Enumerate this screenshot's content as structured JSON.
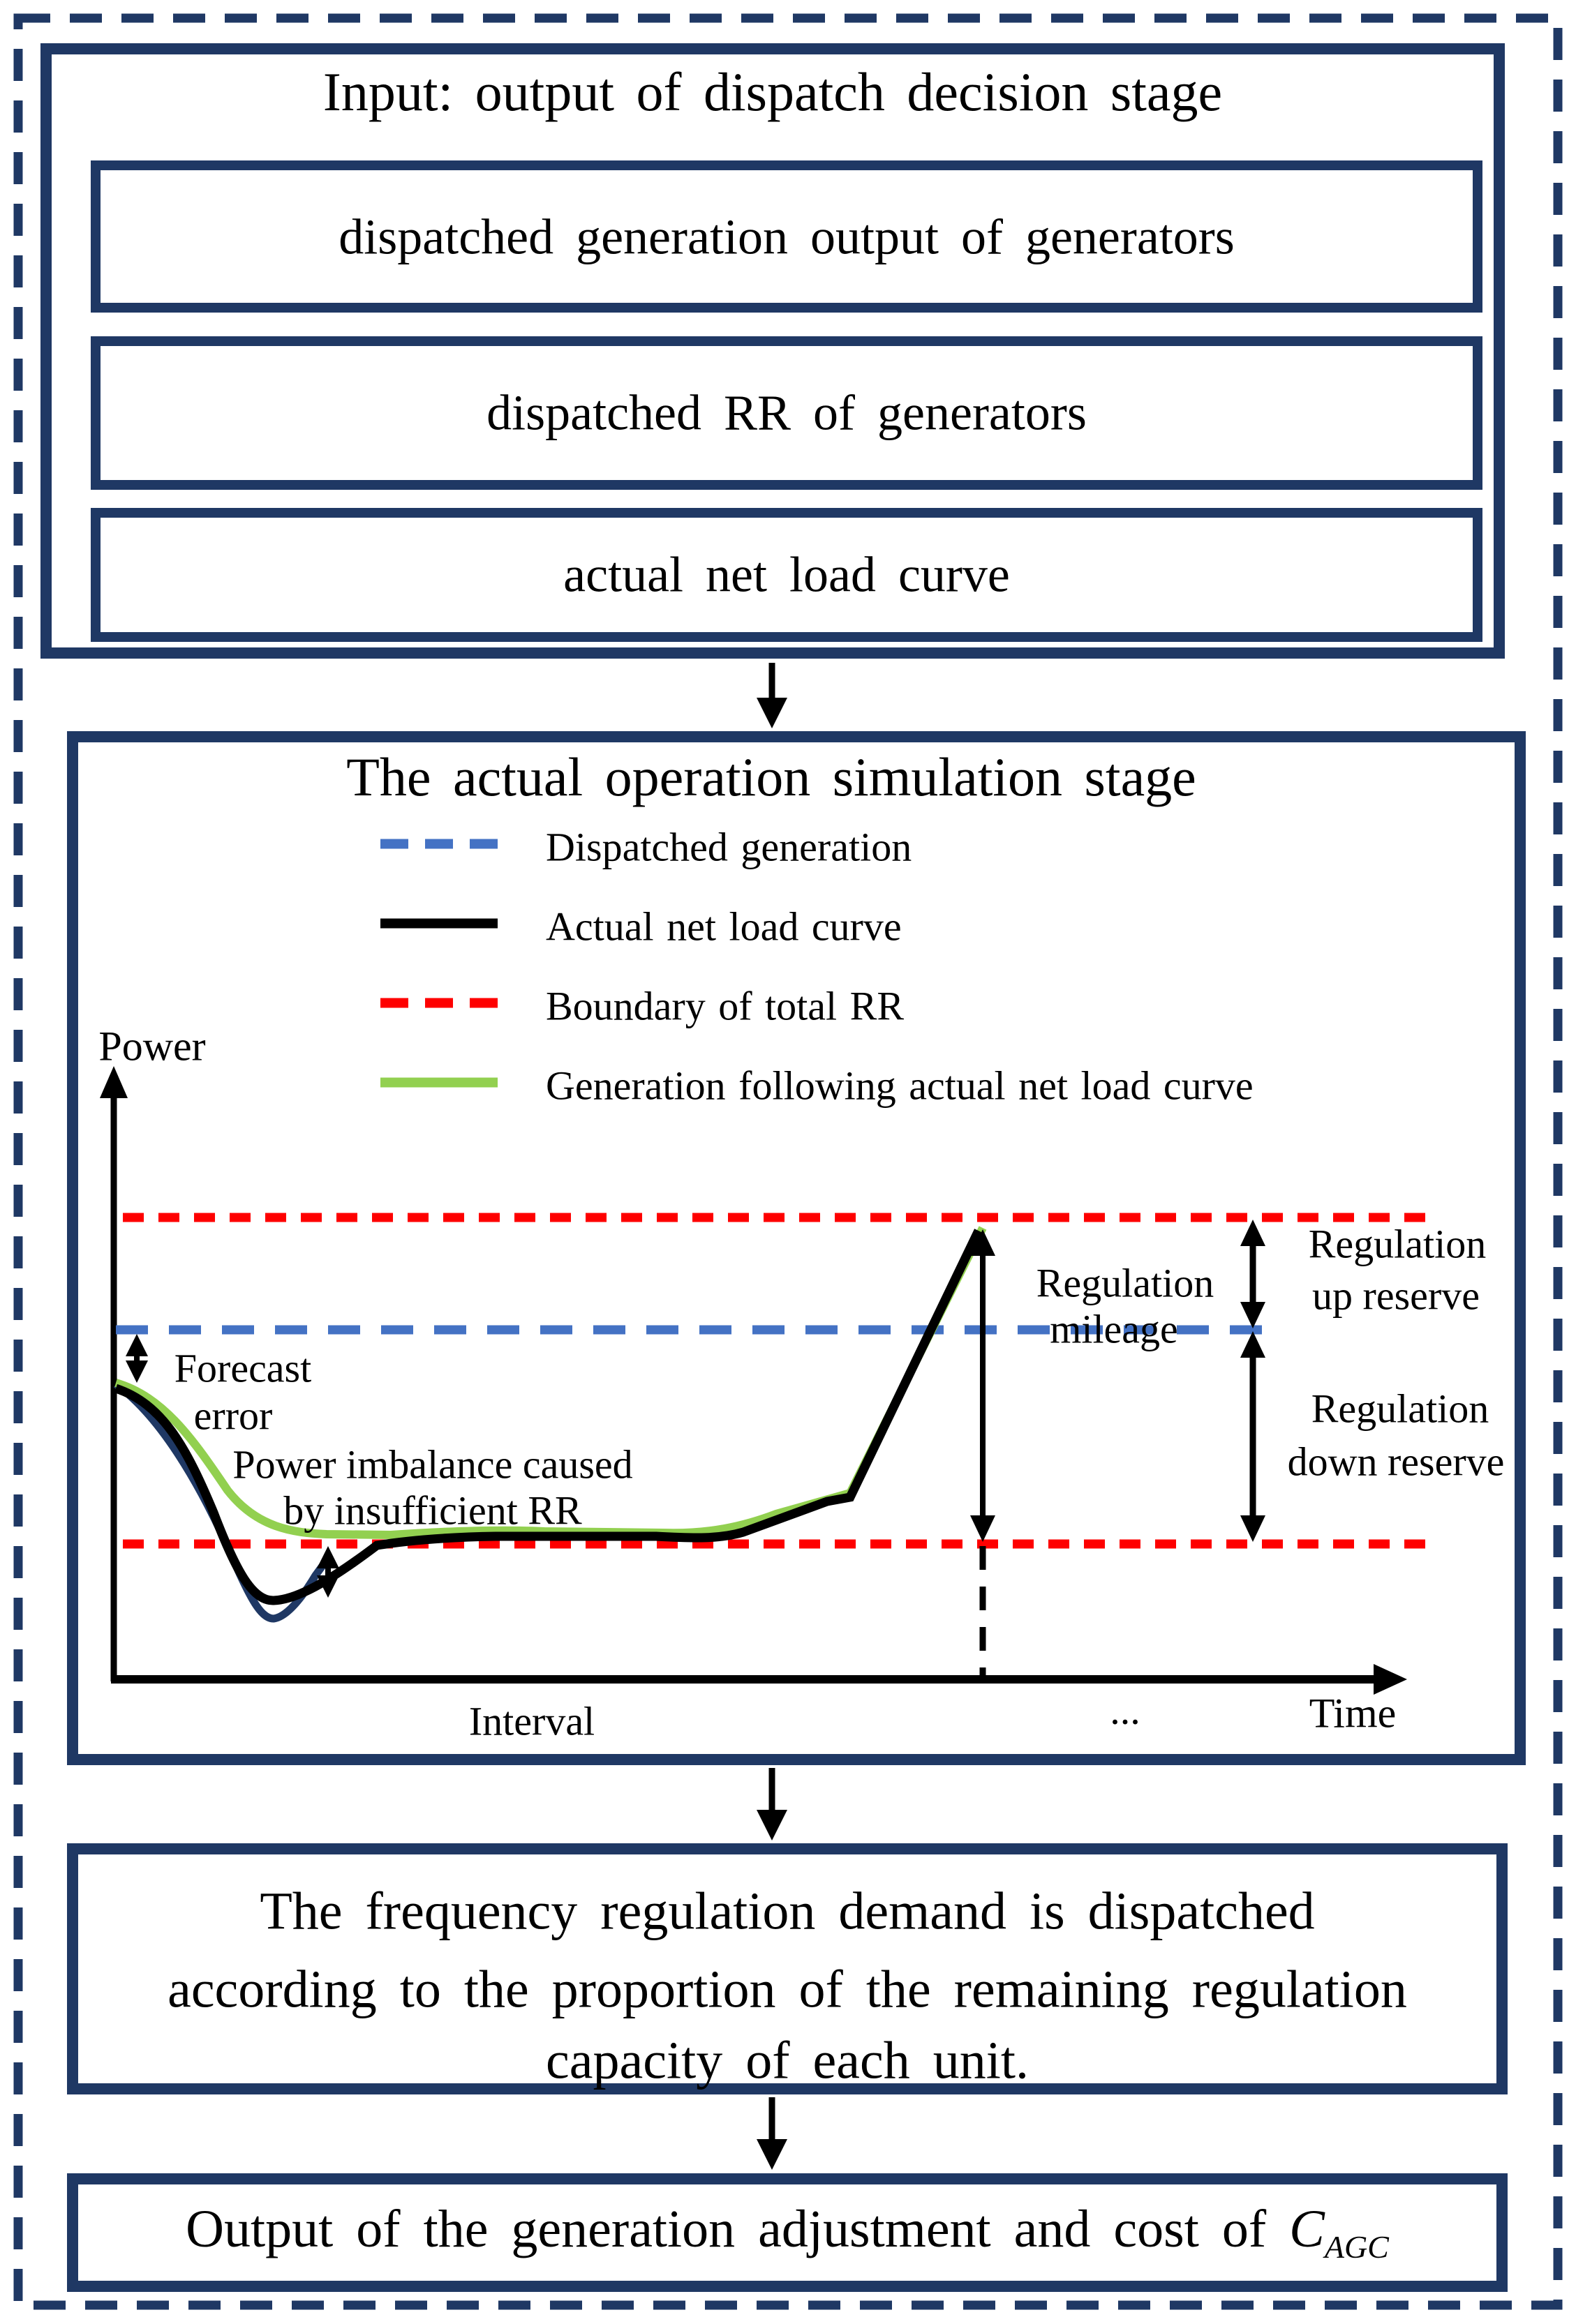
{
  "colors": {
    "navy": "#1f3864",
    "accent_blue": "#4472c4",
    "red": "#fe0000",
    "green": "#92d050",
    "black": "#000000"
  },
  "input_stage": {
    "title": "Input: output of dispatch decision stage",
    "boxes": [
      {
        "label": "dispatched generation output of generators"
      },
      {
        "label": "dispatched RR of generators"
      },
      {
        "label": "actual net load curve"
      }
    ]
  },
  "simulation_stage": {
    "title": "The actual operation simulation stage",
    "legend": [
      {
        "label": "Dispatched generation",
        "color": "#4472c4",
        "style": "dashed"
      },
      {
        "label": "Actual net load curve",
        "color": "#000000",
        "style": "solid"
      },
      {
        "label": "Boundary of total RR",
        "color": "#fe0000",
        "style": "dashed"
      },
      {
        "label": "Generation following actual net load curve",
        "color": "#92d050",
        "style": "solid"
      }
    ],
    "y_axis_label": "Power",
    "x_axis_label": "Time",
    "interval_label": "Interval",
    "ellipsis_label": "...",
    "annotations": {
      "forecast_error_line1": "Forecast",
      "forecast_error_line2": "error",
      "imbalance_line1": "Power imbalance caused",
      "imbalance_line2": "by insufficient RR",
      "mileage_line1": "Regulation",
      "mileage_line2": "mileage",
      "up_reserve_line1": "Regulation",
      "up_reserve_line2": "up reserve",
      "down_reserve_line1": "Regulation",
      "down_reserve_line2": "down reserve"
    }
  },
  "frequency_stage": {
    "lines": [
      "The frequency regulation demand is dispatched",
      "according to the proportion of the remaining regulation",
      "capacity of each unit."
    ]
  },
  "output_stage": {
    "prefix": "Output of the generation adjustment and cost of",
    "symbol": "C",
    "subscript": "AGC"
  }
}
